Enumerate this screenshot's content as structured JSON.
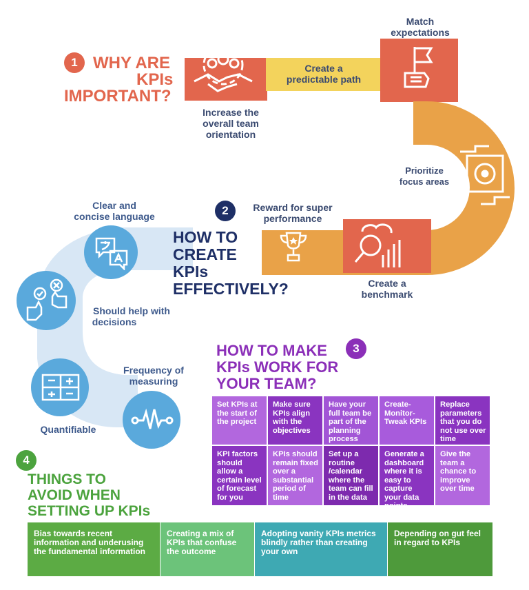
{
  "section1": {
    "number": "1",
    "title_lines": [
      "WHY ARE",
      "KPIs",
      "IMPORTANT?"
    ],
    "items": {
      "increase": [
        "Increase the",
        "overall team",
        "orientation"
      ],
      "predictable": [
        "Create a",
        "predictable path"
      ],
      "match": [
        "Match",
        "expectations"
      ],
      "prioritize": [
        "Prioritize",
        "focus areas"
      ],
      "benchmark": [
        "Create a",
        "benchmark"
      ],
      "reward": [
        "Reward for super",
        "performance"
      ]
    }
  },
  "section2": {
    "number": "2",
    "title_lines": [
      "HOW TO",
      "CREATE",
      "KPIs",
      "EFFECTIVELY?"
    ],
    "items": {
      "clear": [
        "Clear and",
        "concise language"
      ],
      "decisions": [
        "Should help with",
        "decisions"
      ],
      "frequency": [
        "Frequency of",
        "measuring"
      ],
      "quantifiable": "Quantifiable"
    }
  },
  "section3": {
    "number": "3",
    "title_lines": [
      "HOW TO MAKE",
      "KPIs WORK FOR",
      "YOUR TEAM?"
    ],
    "grid": [
      [
        "Set KPIs at the start of the project",
        "Make sure KPIs align with the objectives",
        "Have your full team be part of the planning process",
        "Create-Monitor-Tweak KPIs",
        "Replace parameters that you do not use over time"
      ],
      [
        "KPI factors should allow a certain level of forecast for you",
        "KPIs should remain fixed over a substantial period of time",
        "Set up a routine /calendar where the team can fill in the data",
        "Generate a dashboard where it is easy to capture your data points",
        "Give the team a chance to improve over time"
      ]
    ]
  },
  "section4": {
    "number": "4",
    "title_lines": [
      "THINGS TO",
      "AVOID WHEN",
      "SETTING UP KPIs"
    ],
    "items": [
      "Bias towards recent information and underusing the fundamental information",
      "Creating a mix of KPIs that confuse the outcome",
      "Adopting vanity KPIs metrics blindly rather than creating your own",
      "Depending on gut feel in regard to KPIs"
    ]
  },
  "colors": {
    "coral": "#e2664d",
    "yellow": "#f3d35c",
    "orange": "#e9a248",
    "navy": "#1e2f66",
    "purple": "#8b2fb8",
    "green": "#4ca33e",
    "light_blue": "#cfe3f5",
    "circle_blue": "#5aa9dc"
  }
}
